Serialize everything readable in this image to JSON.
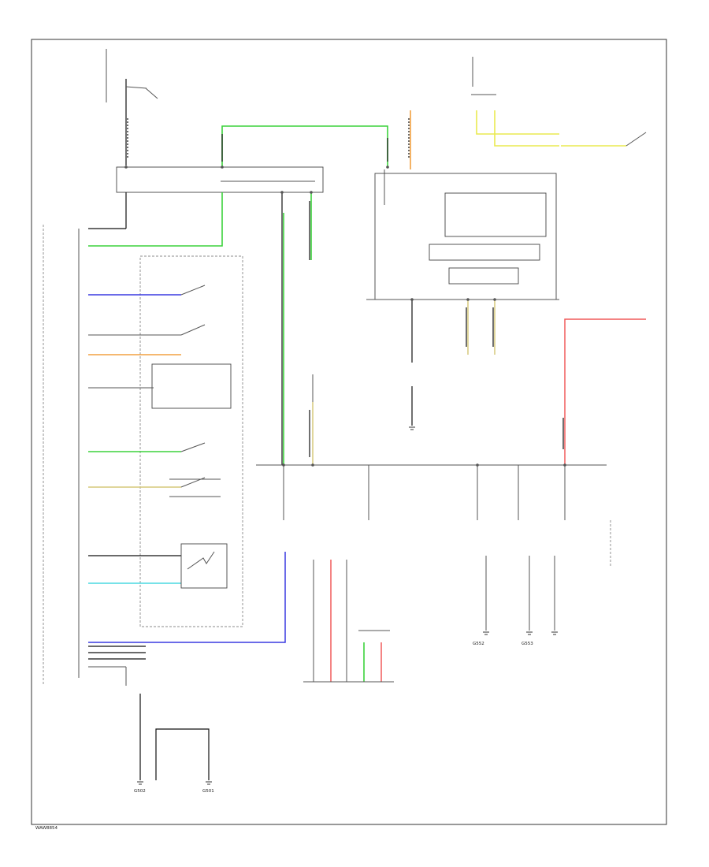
{
  "diagram": {
    "title_code": "WAW8854",
    "ground_labels": [
      "G502",
      "G501",
      "G552",
      "G553"
    ]
  }
}
